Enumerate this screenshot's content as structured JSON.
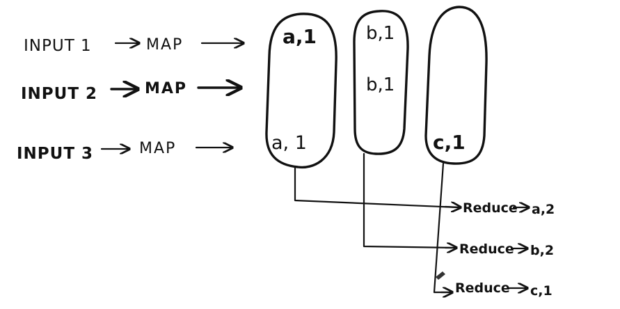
{
  "inputs": [
    {
      "label": "INPUT 1",
      "map": "MAP"
    },
    {
      "label": "INPUT 2",
      "map": "MAP"
    },
    {
      "label": "INPUT 3",
      "map": "MAP"
    }
  ],
  "groups": [
    {
      "key": "a",
      "pairs": [
        "a,1",
        "a, 1"
      ]
    },
    {
      "key": "b",
      "pairs": [
        "b,1",
        "b,1"
      ]
    },
    {
      "key": "c",
      "pairs": [
        "c,1"
      ]
    }
  ],
  "reduce": [
    {
      "label": "Reduce",
      "result": "a,2"
    },
    {
      "label": "Reduce",
      "result": "b,2"
    },
    {
      "label": "Reduce",
      "result": "c,1"
    }
  ]
}
